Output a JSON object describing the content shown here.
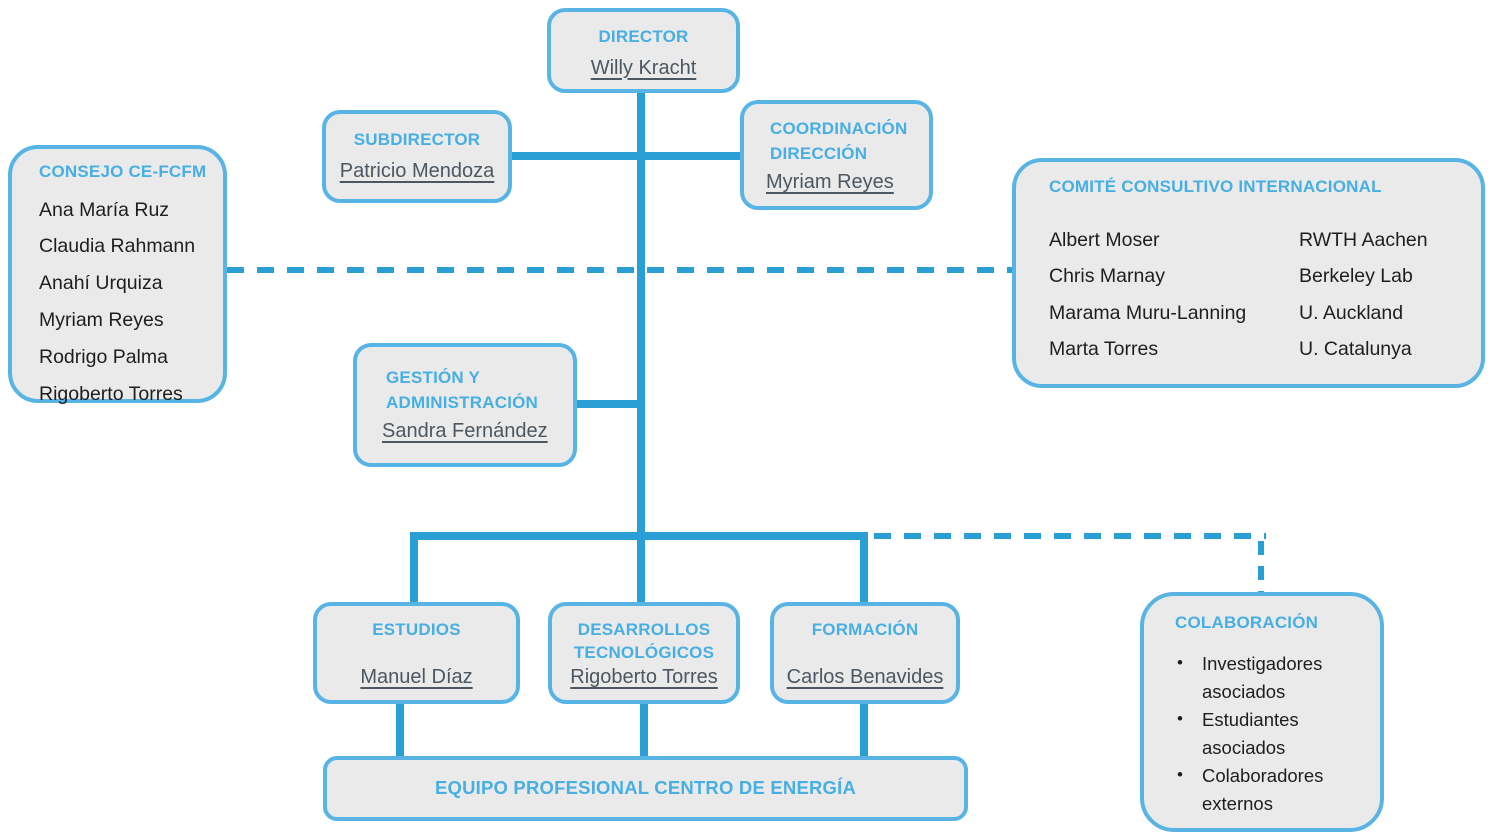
{
  "colors": {
    "page_bg": "#ffffff",
    "box_fill": "#eaeaea",
    "box_border": "#58b4e5",
    "connector": "#2a9fd6",
    "title_blue": "#47afe2",
    "person_gray": "#4c5761",
    "text_black": "#1e1e1e"
  },
  "nodes": {
    "director": {
      "title": "DIRECTOR",
      "person": "Willy Kracht"
    },
    "subdirector": {
      "title": "SUBDIRECTOR",
      "person": "Patricio Mendoza"
    },
    "coordinacion_direccion": {
      "title": "COORDINACIÓN DIRECCIÓN",
      "person": "Myriam Reyes"
    },
    "consejo_ce_fcfm": {
      "title": "CONSEJO CE-FCFM",
      "members": [
        "Ana María Ruz",
        "Claudia Rahmann",
        "Anahí Urquiza",
        "Myriam Reyes",
        "Rodrigo Palma",
        "Rigoberto Torres"
      ]
    },
    "comite_consultivo_internacional": {
      "title": "COMITÉ CONSULTIVO INTERNACIONAL",
      "members": [
        {
          "name": "Albert Moser",
          "affiliation": "RWTH Aachen"
        },
        {
          "name": "Chris Marnay",
          "affiliation": "Berkeley Lab"
        },
        {
          "name": "Marama Muru-Lanning",
          "affiliation": "U. Auckland"
        },
        {
          "name": "Marta Torres",
          "affiliation": "U. Catalunya"
        }
      ]
    },
    "gestion_administracion": {
      "title": "GESTIÓN Y ADMINISTRACIÓN",
      "person": "Sandra Fernández"
    },
    "estudios": {
      "title": "ESTUDIOS",
      "person": "Manuel Díaz"
    },
    "desarrollos_tecnologicos": {
      "title": "DESARROLLOS TECNOLÓGICOS",
      "person": "Rigoberto Torres"
    },
    "formacion": {
      "title": "FORMACIÓN",
      "person": "Carlos Benavides"
    },
    "equipo_profesional": {
      "title": "EQUIPO PROFESIONAL CENTRO DE ENERGÍA"
    },
    "colaboracion": {
      "title": "COLABORACIÓN",
      "items": [
        "Investigadores asociados",
        "Estudiantes asociados",
        "Colaboradores externos"
      ]
    }
  }
}
